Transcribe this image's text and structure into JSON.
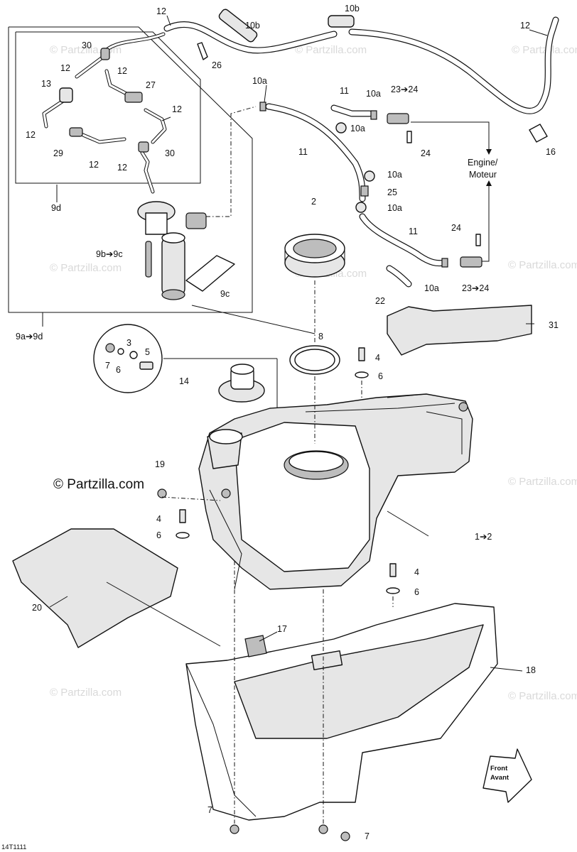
{
  "watermark": "© Partzilla.com",
  "copyright": "© Partzilla.com",
  "figure_code": "14T1111",
  "engine_label": {
    "line1": "Engine/",
    "line2": "Moteur"
  },
  "front_arrow": {
    "line1": "Front",
    "line2": "Avant"
  },
  "callouts": {
    "c1": "1➔2",
    "c2": "2",
    "c3": "3",
    "c4": "4",
    "c5": "5",
    "c6": "6",
    "c7": "7",
    "c8": "8",
    "c9a9d": "9a➔9d",
    "c9b9c": "9b➔9c",
    "c9c": "9c",
    "c9d": "9d",
    "c10a": "10a",
    "c10b": "10b",
    "c11": "11",
    "c12": "12",
    "c13": "13",
    "c14": "14",
    "c16": "16",
    "c17": "17",
    "c18": "18",
    "c19": "19",
    "c20": "20",
    "c22": "22",
    "c2324": "23➔24",
    "c24": "24",
    "c25": "25",
    "c26": "26",
    "c27": "27",
    "c29": "29",
    "c30": "30",
    "c31": "31"
  }
}
